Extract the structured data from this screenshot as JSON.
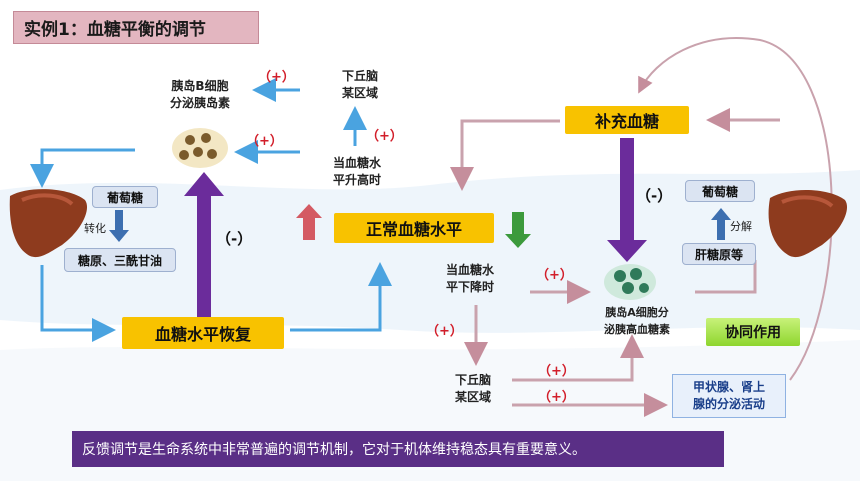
{
  "title": "实例1：血糖平衡的调节",
  "top_left": {
    "b_cell_text": "胰岛B细胞\n分泌胰岛素",
    "hypothalamus_text": "下丘脑\n某区域",
    "rise_text": "当血糖水\n平升高时",
    "plus": "（+）",
    "minus": "（-）"
  },
  "liver_left": {
    "glucose": "葡萄糖",
    "convert": "转化",
    "storage": "糖原、三酰甘油"
  },
  "center": {
    "normal": "正常血糖水平",
    "recovered": "血糖水平恢复",
    "supplement": "补充血糖"
  },
  "right": {
    "glucose": "葡萄糖",
    "decompose": "分解",
    "glycogen": "肝糖原等",
    "a_cell_text": "胰岛A细胞分\n泌胰高血糖素",
    "synergy": "协同作用",
    "thyroid": "甲状腺、肾上\n腺的分泌活动",
    "fall_text": "当血糖水\n平下降时",
    "hypothalamus2": "下丘脑\n某区域"
  },
  "footer": "反馈调节是生命系统中非常普遍的调节机制，它对于机体维持稳态具有重要意义。",
  "colors": {
    "purple": "#6b2c9b",
    "yellow": "#f8c200",
    "arrow_blue": "#4aa3e0",
    "arrow_pink": "#c9a2ad",
    "red_plus": "#d21e2a"
  }
}
